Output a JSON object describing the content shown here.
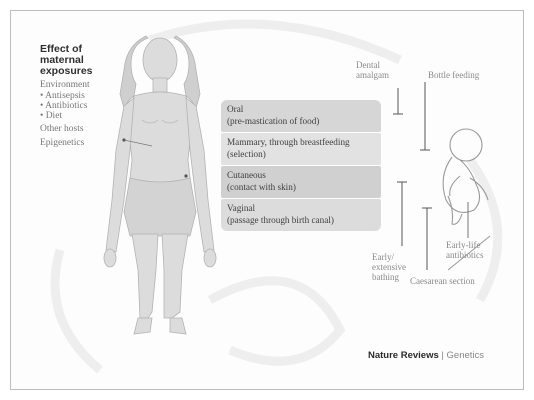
{
  "maternal": {
    "title": "Effect of maternal exposures",
    "environment": "Environment",
    "bullets": [
      "• Antisepsis",
      "• Antibiotics",
      "• Diet"
    ],
    "other_hosts": "Other hosts",
    "epigenetics": "Epigenetics"
  },
  "routes": [
    {
      "line1": "Oral",
      "line2": "(pre-mastication of food)",
      "color": "#d6d6d6"
    },
    {
      "line1": "Mammary, through breastfeeding",
      "line2": "(selection)",
      "color": "#e2e2e2"
    },
    {
      "line1": "Cutaneous",
      "line2": "(contact with skin)",
      "color": "#d0d0d0"
    },
    {
      "line1": "Vaginal",
      "line2": "(passage through birth canal)",
      "color": "#dcdcdc"
    }
  ],
  "infant_factors": {
    "dental_amalgam": "Dental amalgam",
    "bottle_feeding": "Bottle feeding",
    "early_extensive_bathing": "Early/ extensive bathing",
    "caesarean_section": "Caesarean section",
    "early_life_antibiotics": "Early-life antibiotics"
  },
  "credit": {
    "journal": "Nature Reviews",
    "separator": " | ",
    "section": "Genetics"
  }
}
